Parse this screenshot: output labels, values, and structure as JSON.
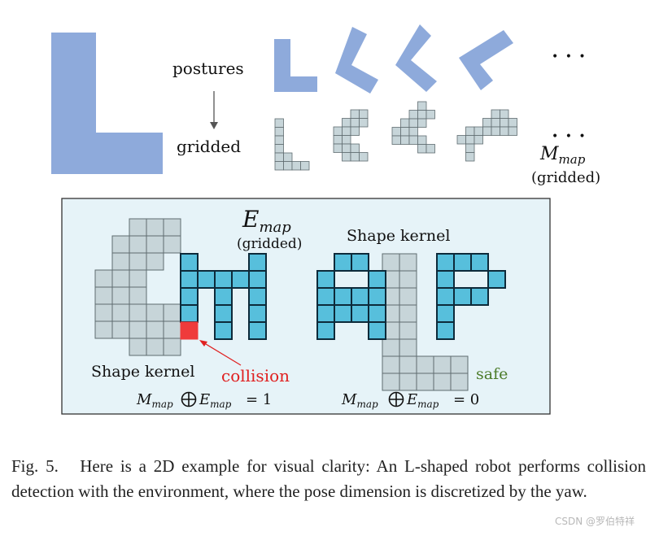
{
  "colors": {
    "robot_fill": "#8eaadb",
    "cell_gray": "#c7d5d9",
    "cell_gray_stroke": "#5f6c70",
    "cell_blue": "#57bfdc",
    "cell_blue_stroke": "#0d2a3a",
    "collision": "#ef3b3b",
    "panel_bg": "#e6f3f8",
    "safe": "#4c7c2a",
    "collision_text": "#e02020"
  },
  "top": {
    "postures_label": "postures",
    "gridded_label": "gridded",
    "ellipsis_top": "• • •",
    "ellipsis_bottom": "• • •",
    "mmap_symbol": "M",
    "mmap_sub": "map",
    "mmap_note": "(gridded)"
  },
  "panel": {
    "emap_symbol": "E",
    "emap_sub": "map",
    "emap_note": "(gridded)",
    "shape_kernel_right": "Shape kernel",
    "shape_kernel_left": "Shape kernel",
    "collision_label": "collision",
    "safe_label": "safe",
    "eq_left": {
      "m": "M",
      "m_sub": "map",
      "e": "E",
      "e_sub": "map",
      "rhs": "= 1"
    },
    "eq_right": {
      "m": "M",
      "m_sub": "map",
      "e": "E",
      "e_sub": "map",
      "rhs": "= 0"
    }
  },
  "caption": {
    "label": "Fig. 5.",
    "text": "Here is a 2D example for visual clarity: An L-shaped robot performs collision detection with the environment, where the pose dimension is discretized by the yaw."
  },
  "watermark": "CSDN @罗伯特祥"
}
